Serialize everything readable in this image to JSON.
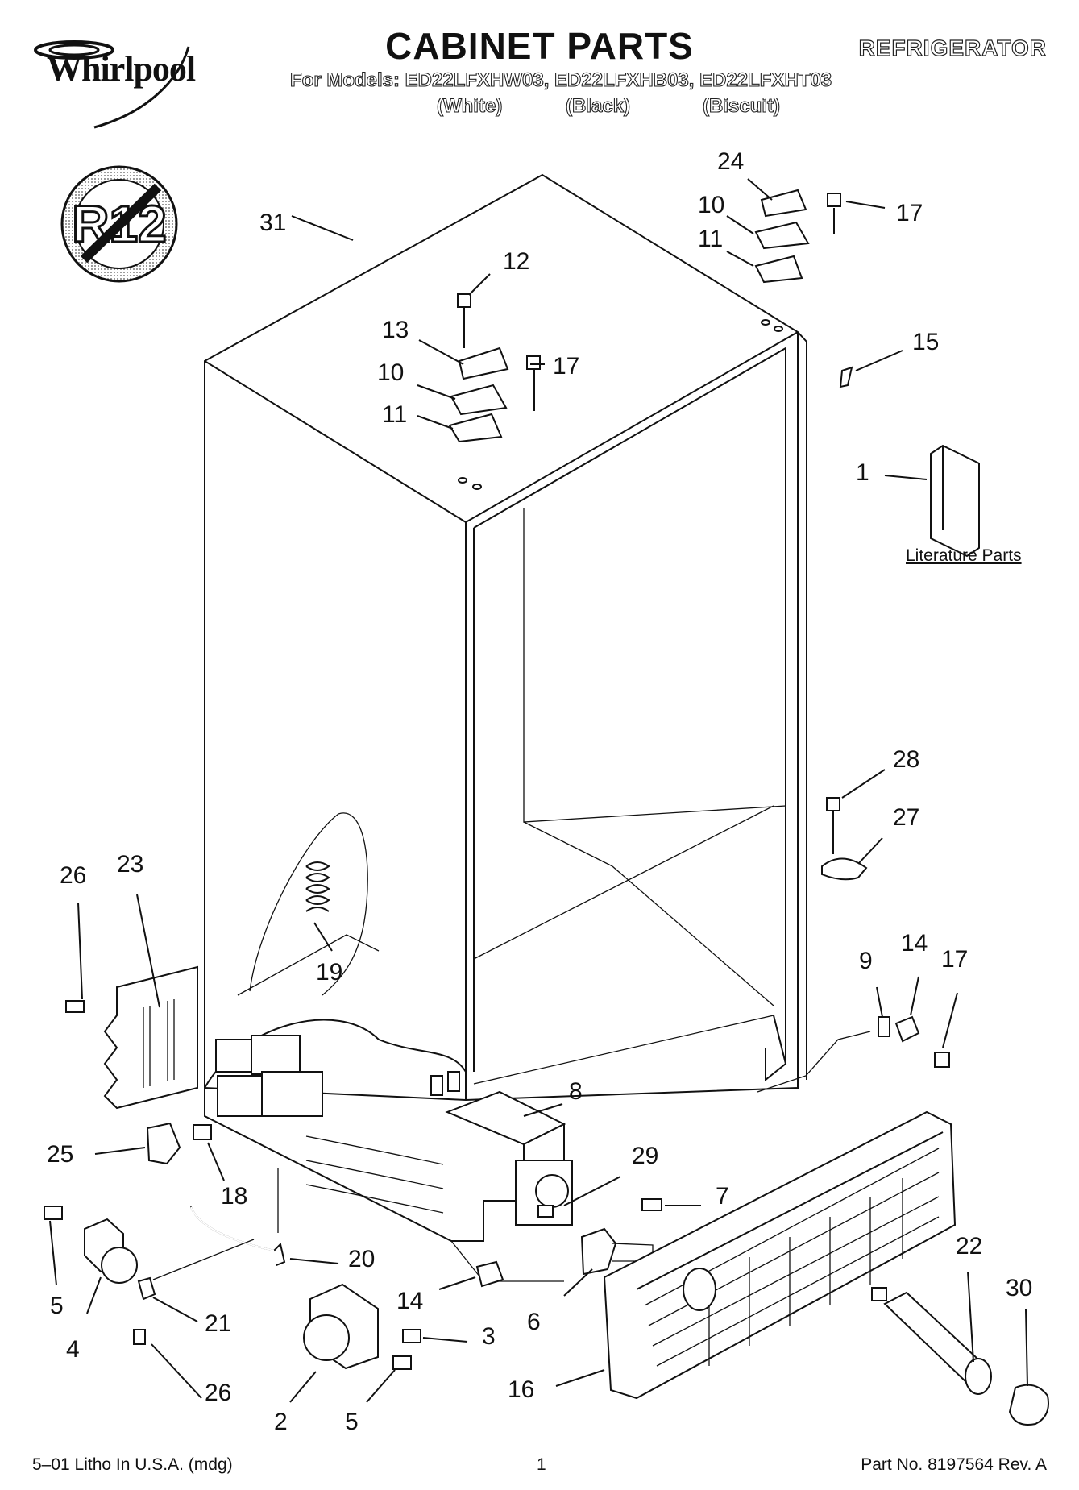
{
  "header": {
    "brand": "Whirlpool",
    "title": "CABINET PARTS",
    "category": "REFRIGERATOR",
    "models_line": "For Models: ED22LFXHW03, ED22LFXHB03, ED22LFXHT03",
    "variants": [
      "(White)",
      "(Black)",
      "(Biscuit)"
    ]
  },
  "badge": {
    "text": "R12",
    "meaning": "no-R12"
  },
  "callouts": {
    "c31": "31",
    "c24": "24",
    "c10a": "10",
    "c11a": "11",
    "c17a": "17",
    "c12": "12",
    "c13": "13",
    "c10b": "10",
    "c11b": "11",
    "c17b": "17",
    "c15": "15",
    "c1": "1",
    "c28": "28",
    "c27": "27",
    "c26a": "26",
    "c23": "23",
    "c19": "19",
    "c9": "9",
    "c14a": "14",
    "c17c": "17",
    "c8": "8",
    "c25": "25",
    "c18": "18",
    "c29": "29",
    "c7": "7",
    "c20": "20",
    "c22": "22",
    "c30": "30",
    "c5a": "5",
    "c4": "4",
    "c21": "21",
    "c14b": "14",
    "c3": "3",
    "c6": "6",
    "c26b": "26",
    "c2": "2",
    "c5b": "5",
    "c16": "16"
  },
  "literature_label": "Literature Parts",
  "footer": {
    "left": "5–01 Litho In U.S.A. (mdg)",
    "page": "1",
    "right": "Part No. 8197564 Rev. A"
  }
}
